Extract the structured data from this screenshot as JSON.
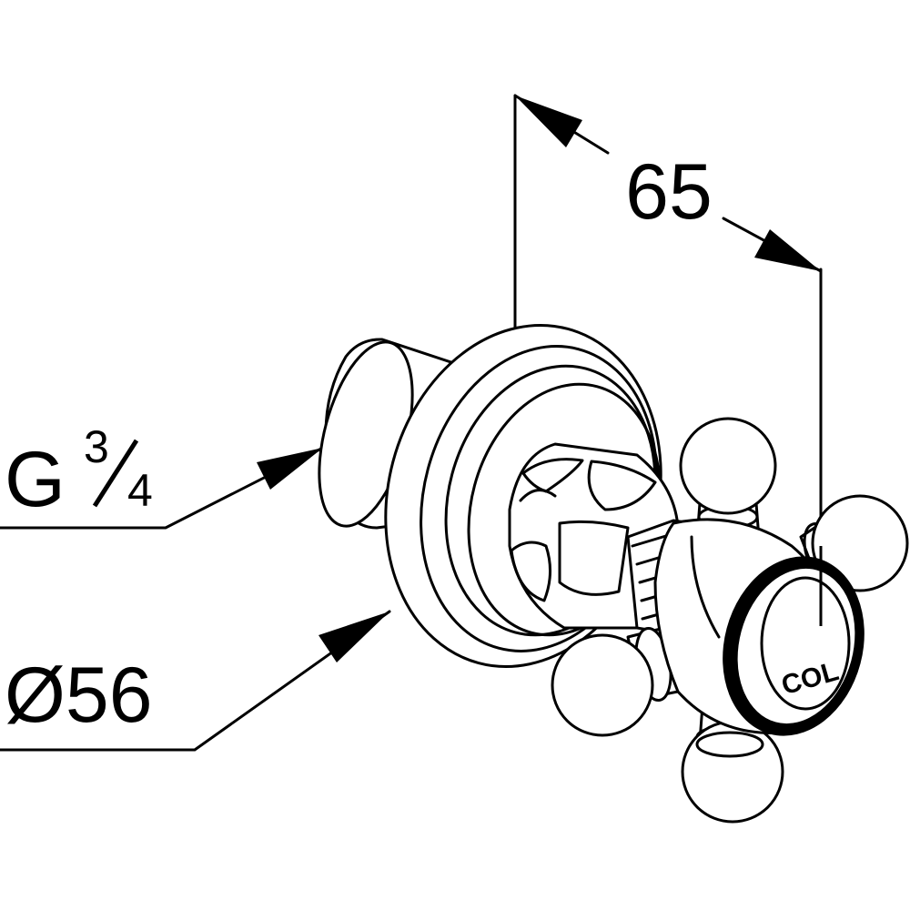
{
  "dimensions": {
    "depth": "65",
    "thread_base": "G",
    "thread_num": "3",
    "thread_den": "4",
    "diameter": "Ø56"
  },
  "handle_cap": {
    "text": "COL"
  },
  "colors": {
    "line": "#000000",
    "background": "#ffffff"
  }
}
